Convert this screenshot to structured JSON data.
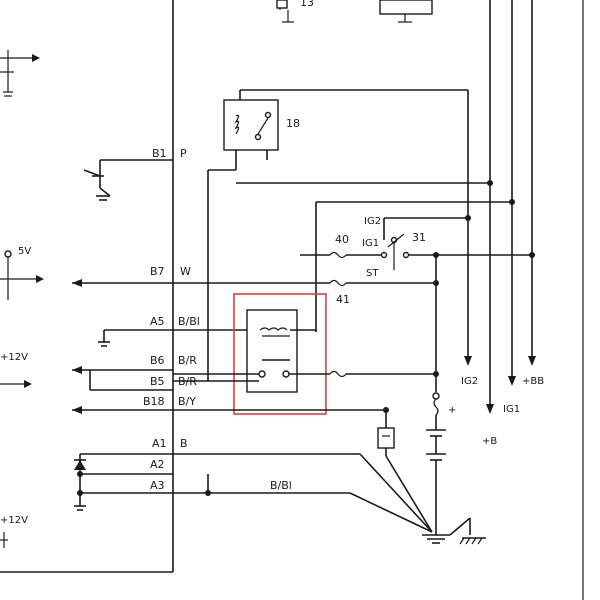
{
  "pins": {
    "b1": "B1",
    "p": "P",
    "b7": "B7",
    "w": "W",
    "a5": "A5",
    "b_bl1": "B/Bl",
    "b6": "B6",
    "b_r1": "B/R",
    "b5": "B5",
    "b_r2": "B/R",
    "b18": "B18",
    "b_y": "B/Y",
    "a1": "A1",
    "b": "B",
    "a2": "A2",
    "a3": "A3",
    "b_bl2": "B/Bl"
  },
  "components": {
    "relay_18": "18",
    "fuse_40": "40",
    "fuse_41": "41",
    "switch_31": "31",
    "top_13": "13"
  },
  "switch_terms": {
    "ig2": "IG2",
    "ig1": "IG1",
    "st": "ST"
  },
  "supply": {
    "v5": "5V",
    "v12_a": "+12V",
    "v12_b": "+12V",
    "ig2": "IG2",
    "ig1": "IG1",
    "plus_b": "+B",
    "plus_bb": "+BB",
    "batt_plus": "+"
  },
  "colors": {
    "wire": "#1a1a1a",
    "highlight": "#e0403a"
  }
}
